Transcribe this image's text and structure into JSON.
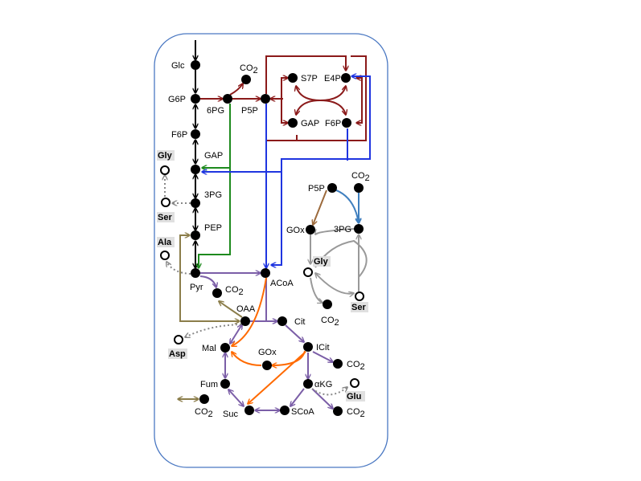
{
  "colors": {
    "frame": "#4a78c2",
    "glycolysis": "#000000",
    "pentose_phosphate": "#8b1a1a",
    "oxidative_branch": "#1e8a1e",
    "transport": "#1f35e0",
    "tca": "#7b5ea7",
    "glyoxylate": "#ff6a00",
    "anaplerotic": "#8b7d4a",
    "glyoxylate_to_3pg": "#3f7fbf",
    "gox_link": "#9c6a3c",
    "glycine_serine": "#999999",
    "efflux": "#888888",
    "amino_acid_box": "#e0e0e0"
  },
  "metabolites": {
    "glc": "Glc",
    "g6p": "G6P",
    "pg6": "6PG",
    "co2": "CO",
    "co2_sub": "2",
    "p5p": "P5P",
    "s7p": "S7P",
    "e4p": "E4P",
    "gap": "GAP",
    "f6p": "F6P",
    "pg3": "3PG",
    "pep": "PEP",
    "pyr": "Pyr",
    "acoa": "ACoA",
    "oaa": "OAA",
    "cit": "Cit",
    "mal": "Mal",
    "gox": "GOx",
    "icit": "ICit",
    "fum": "Fum",
    "akg": "αKG",
    "suc": "Suc",
    "scoa": "SCoA"
  },
  "amino_acids": {
    "gly": "Gly",
    "ser": "Ser",
    "ala": "Ala",
    "asp": "Asp",
    "glu": "Glu"
  }
}
